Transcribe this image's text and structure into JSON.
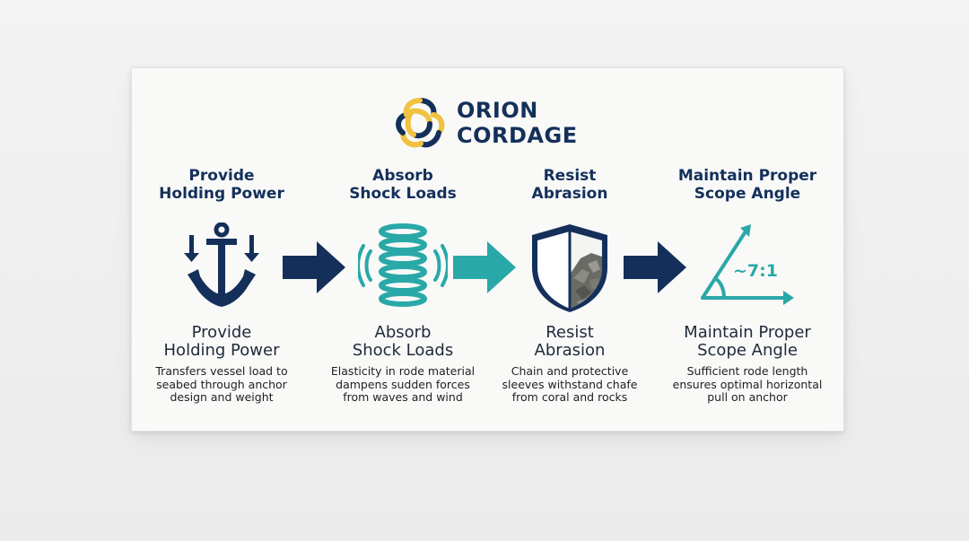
{
  "brand": {
    "name_line1": "ORION",
    "name_line2": "CORDAGE",
    "colors": {
      "navy": "#14305a",
      "teal": "#2aa8a8",
      "gold": "#f0c240"
    }
  },
  "steps": [
    {
      "title": "Provide\nHolding Power",
      "icon": "anchor-icon",
      "label": "Provide\nHolding Power",
      "description": "Transfers vessel load to\nseabed through anchor\ndesign and weight"
    },
    {
      "title": "Absorb\nShock Loads",
      "icon": "spring-icon",
      "label": "Absorb\nShock Loads",
      "description": "Elasticity in rode material\ndampens sudden forces\nfrom waves and wind"
    },
    {
      "title": "Resist\nAbrasion",
      "icon": "shield-rock-icon",
      "label": "Resist\nAbrasion",
      "description": "Chain and protective\nsleeves withstand chafe\nfrom coral and rocks"
    },
    {
      "title": "Maintain Proper\nScope Angle",
      "icon": "scope-angle-icon",
      "icon_text": "~7:1",
      "label": "Maintain Proper\nScope Angle",
      "description": "Sufficient rode length\nensures optimal horizontal\npull on anchor"
    }
  ],
  "arrows": [
    {
      "color": "#14305a"
    },
    {
      "color": "#2aa8a8"
    },
    {
      "color": "#14305a"
    }
  ]
}
